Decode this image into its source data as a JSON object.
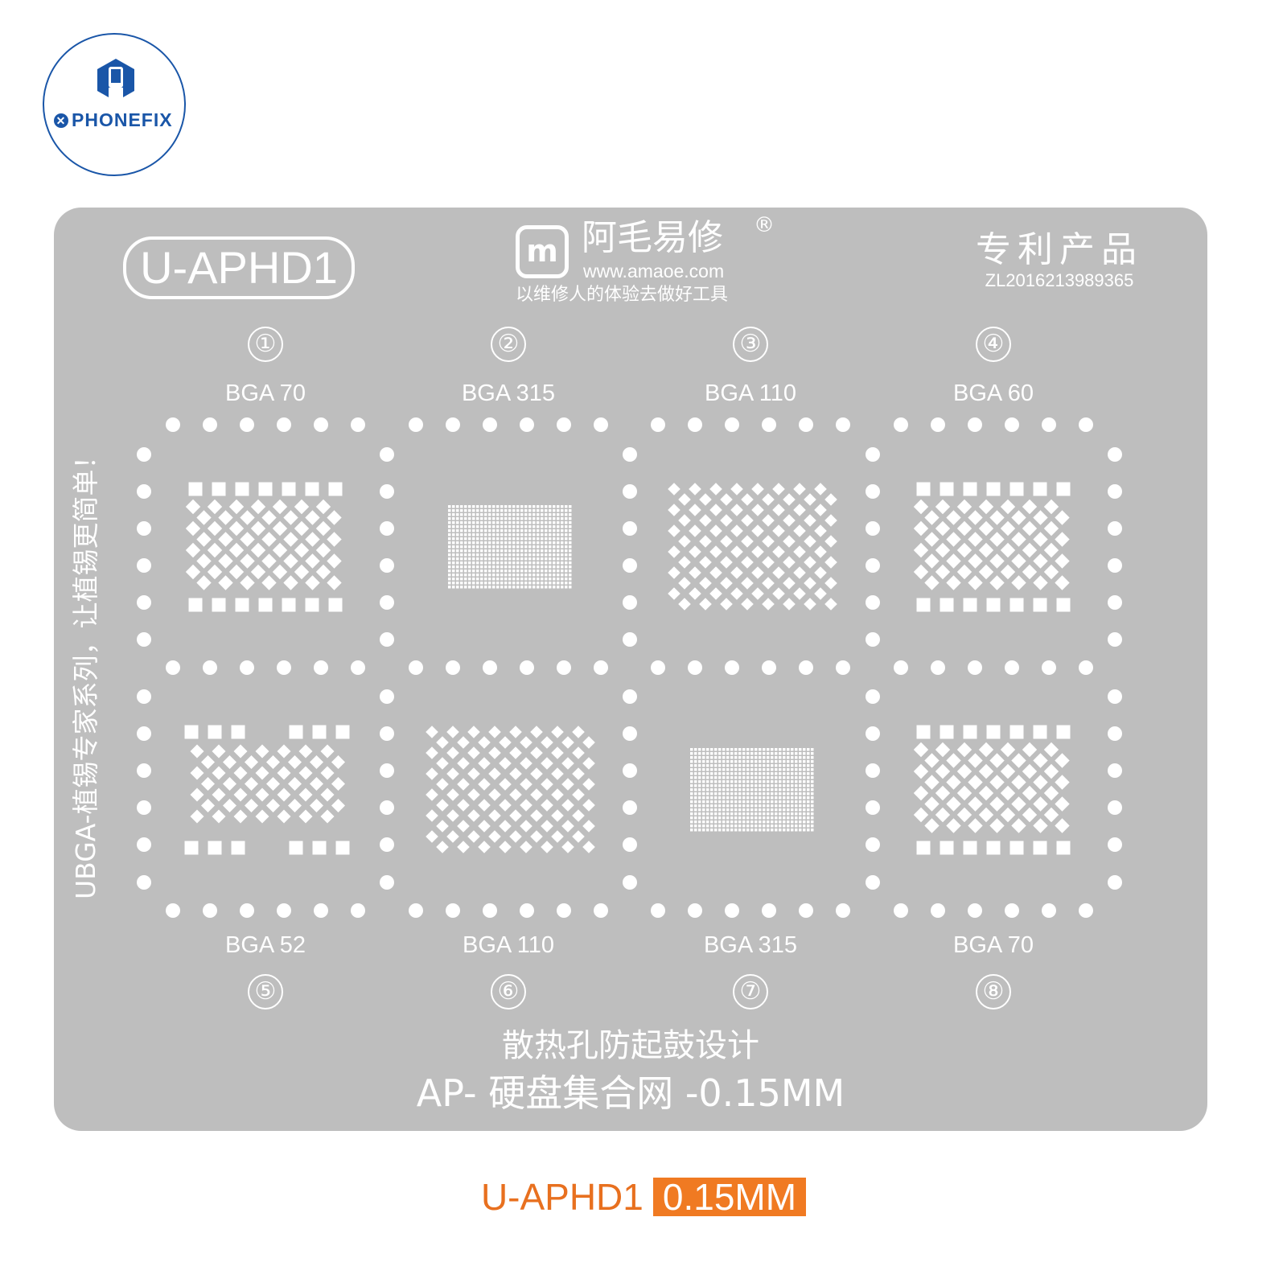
{
  "logo": {
    "brand": "PHONEFIX",
    "color": "#1a56a8"
  },
  "plate": {
    "model": "U-APHD1",
    "brand_cn": "阿毛易修",
    "brand_reg": "®",
    "brand_url": "www.amaoe.com",
    "slogan": "以维修人的体验去做好工具",
    "patent_title": "专利产品",
    "patent_number": "ZL2016213989365",
    "side_text": "UBGA-植锡专家系列，让植锡更简单！",
    "footer_line1": "散热孔防起鼓设计",
    "footer_line2": "AP- 硬盘集合网 -0.15MM",
    "top_cells": [
      {
        "num": "①",
        "label": "BGA 70",
        "pattern": "diamond-pads"
      },
      {
        "num": "②",
        "label": "BGA 315",
        "pattern": "fine"
      },
      {
        "num": "③",
        "label": "BGA 110",
        "pattern": "diamond"
      },
      {
        "num": "④",
        "label": "BGA 60",
        "pattern": "diamond-pads"
      }
    ],
    "bottom_cells": [
      {
        "num": "⑤",
        "label": "BGA 52",
        "pattern": "split-pads"
      },
      {
        "num": "⑥",
        "label": "BGA 110",
        "pattern": "diamond"
      },
      {
        "num": "⑦",
        "label": "BGA 315",
        "pattern": "fine"
      },
      {
        "num": "⑧",
        "label": "BGA 70",
        "pattern": "diamond-pads"
      }
    ]
  },
  "caption": {
    "model": "U-APHD1",
    "thickness": "0.15MM",
    "accent": "#e8701f"
  }
}
